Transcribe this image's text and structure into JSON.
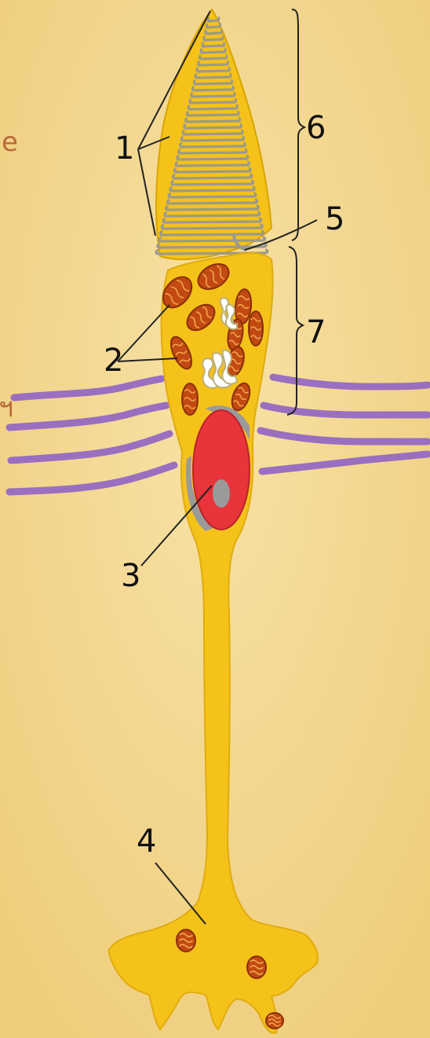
{
  "diagram": {
    "labels": {
      "l1": "1",
      "l2": "2",
      "l3": "3",
      "l4": "4",
      "l5": "5",
      "l6": "6",
      "l7": "7"
    },
    "edge_text": {
      "top": "e",
      "middle": "ฯ"
    },
    "colors": {
      "background": "#f4d88e",
      "cell": "#f5c21a",
      "cell_outline": "#d9a400",
      "disc_membrane": "#9a9a8c",
      "mitochondrion": "#c24a12",
      "nucleus": "#e8343a",
      "nucleolus": "#9a9a9a",
      "nerve_fiber": "#9a6fc0",
      "golgi": "#ffffff"
    }
  }
}
